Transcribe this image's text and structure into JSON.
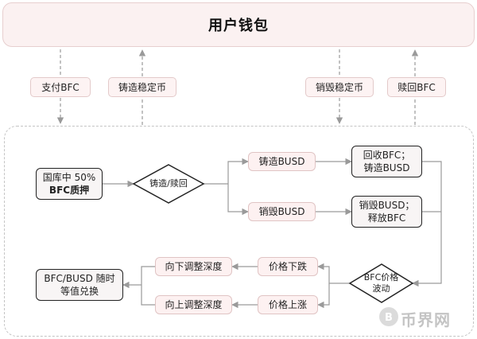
{
  "wallet": {
    "title": "用户钱包"
  },
  "top_labels": {
    "pay": "支付BFC",
    "mint_stable": "铸造稳定币",
    "burn_stable": "销毁稳定币",
    "redeem": "赎回BFC"
  },
  "nodes": {
    "collateral_line1": "国库中 50%",
    "collateral_line2": "BFC质押",
    "mint_redeem": "铸造/赎回",
    "mint_busd": "铸造BUSD",
    "burn_busd": "销毁BUSD",
    "result_mint_line1": "回收BFC；",
    "result_mint_line2": "铸造BUSD",
    "result_burn_line1": "销毁BUSD；",
    "result_burn_line2": "释放BFC",
    "fluct_line1": "BFC价格",
    "fluct_line2": "波动",
    "price_down": "价格下跌",
    "price_up": "价格上涨",
    "adjust_down": "向下调整深度",
    "adjust_up": "向上调整深度",
    "exchange_line1": "BFC/BUSD 随时",
    "exchange_line2": "等值兑换"
  },
  "watermark": {
    "text": "币界网"
  },
  "colors": {
    "line": "#9a9a9a",
    "fill_light": "#fdf1f1",
    "border_light": "#e0c4c4",
    "border_dark": "#222222"
  }
}
